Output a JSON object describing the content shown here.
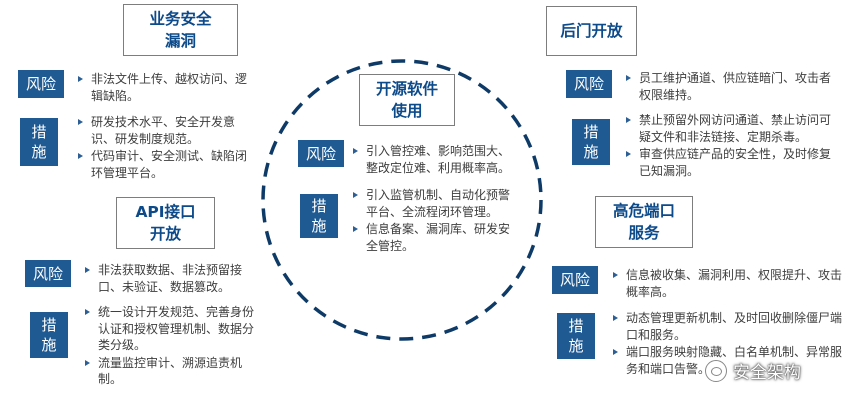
{
  "center": {
    "title": [
      "开源软件",
      "使用"
    ],
    "risk_label": "风险",
    "measure_label": [
      "措",
      "施"
    ],
    "risks": [
      "引入管控难、影响范围大、整改定位难、利用概率高。"
    ],
    "measures": [
      "引入监管机制、自动化预警平台、全流程闭环管理。",
      "信息备案、漏洞库、研发安全管控。"
    ]
  },
  "top_left": {
    "title": [
      "业务安全",
      "漏洞"
    ],
    "risk_label": "风险",
    "measure_label": [
      "措",
      "施"
    ],
    "risks": [
      "非法文件上传、越权访问、逻辑缺陷。"
    ],
    "measures": [
      "研发技术水平、安全开发意识、研发制度规范。",
      "代码审计、安全测试、缺陷闭环管理平台。"
    ]
  },
  "bottom_left": {
    "title": [
      "API接口",
      "开放"
    ],
    "risk_label": "风险",
    "measure_label": [
      "措",
      "施"
    ],
    "risks": [
      "非法获取数据、非法预留接口、未验证、数据篡改。"
    ],
    "measures": [
      "统一设计开发规范、完善身份认证和授权管理机制、数据分类分级。",
      "流量监控审计、溯源追责机制。"
    ]
  },
  "top_right": {
    "title": [
      "后门开放"
    ],
    "risk_label": "风险",
    "measure_label": [
      "措",
      "施"
    ],
    "risks": [
      "员工维护通道、供应链暗门、攻击者权限维持。"
    ],
    "measures": [
      "禁止预留外网访问通道、禁止访问可疑文件和非法链接、定期杀毒。",
      "审查供应链产品的安全性，及时修复已知漏洞。"
    ]
  },
  "bottom_right": {
    "title": [
      "高危端口",
      "服务"
    ],
    "risk_label": "风险",
    "measure_label": [
      "措",
      "施"
    ],
    "risks": [
      "信息被收集、漏洞利用、权限提升、攻击概率高。"
    ],
    "measures": [
      "动态管理更新机制、及时回收删除僵尸端口和服务。",
      "端口服务映射隐藏、白名单机制、异常服务和端口告警。"
    ]
  },
  "watermark": "安全架构",
  "colors": {
    "accent": "#1f5a93",
    "title_text": "#0c4a8a",
    "circle": "#0d3a66"
  }
}
